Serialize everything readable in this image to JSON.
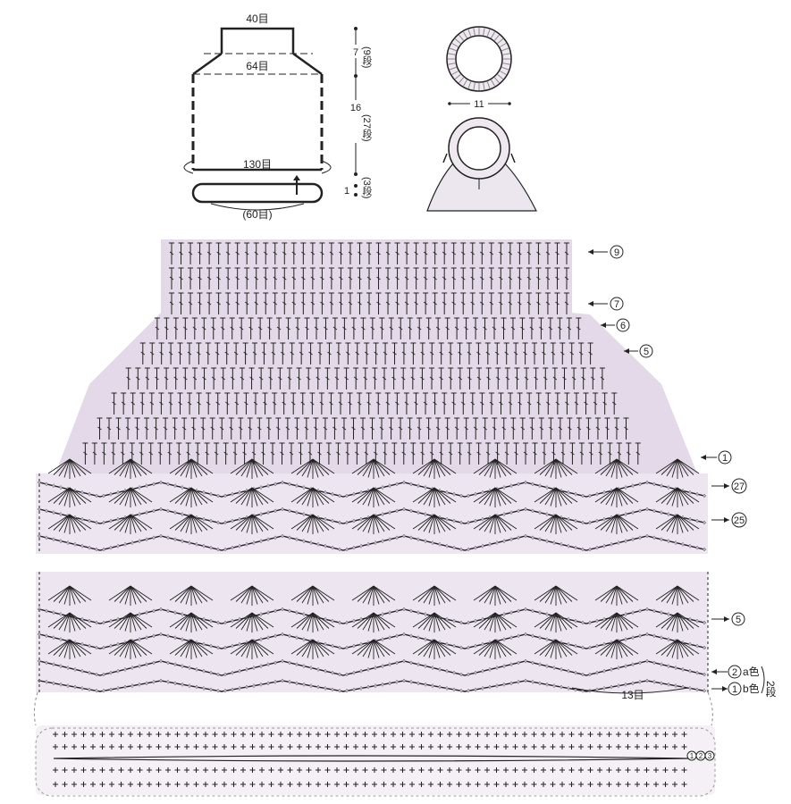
{
  "schematic": {
    "top_width": "40目",
    "shoulder_width": "64目",
    "body_width": "130目",
    "base_width": "(60目)",
    "rows_top_num": "7",
    "rows_top_paren": "(9段)",
    "rows_mid_num": "16",
    "rows_mid_paren": "(27段)",
    "rows_base_num": "1",
    "rows_base_paren": "(3段)"
  },
  "ring": {
    "diameter": "11"
  },
  "row_markers": {
    "upper": [
      "9",
      "7",
      "6",
      "5",
      "1"
    ],
    "middle": [
      "27",
      "25"
    ],
    "lower": [
      "5",
      "2",
      "1"
    ]
  },
  "color_labels": {
    "a": "a色",
    "b": "b色",
    "rows": "2段"
  },
  "repeat_label": "13目",
  "base_markers": [
    "1",
    "2",
    "3"
  ],
  "colors": {
    "shade": "#e2d6e6",
    "ink": "#222222",
    "bead": "#b8a8c4"
  }
}
